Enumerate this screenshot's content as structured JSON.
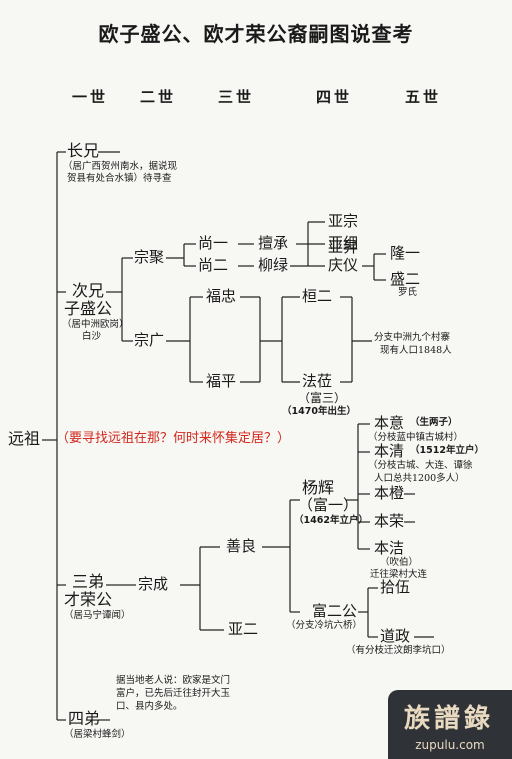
{
  "title": "欧子盛公、欧才荣公裔嗣图说查考",
  "generations": [
    "一世",
    "二世",
    "三世",
    "四世",
    "五世"
  ],
  "root": {
    "name": "远祖",
    "note": "（要寻找远祖在那？何时来怀集定居？）"
  },
  "g1": {
    "elder": {
      "name": "长兄",
      "note1": "（居广西贺州南水，据说现",
      "note2": "贺县有处合水镇）待寻查"
    },
    "second": {
      "name1": "次兄",
      "name2": "子盛公",
      "note1": "（居中洲欧岗）",
      "note2": "白沙"
    },
    "third": {
      "name1": "三弟",
      "name2": "才荣公",
      "note": "（居马宁谭闻）"
    },
    "fourth": {
      "name": "四弟",
      "note": "（居梁村蜂剑）",
      "desc1": "据当地老人说：欧家是文门",
      "desc2": "富户，已先后迁往封开大玉",
      "desc3": "口、县内多处。"
    }
  },
  "g2": {
    "zongju": "宗聚",
    "zongguang": "宗广",
    "zongcheng": "宗成"
  },
  "g3": {
    "shangyi": "尚一",
    "shanger": "尚二",
    "fuzhong": "福忠",
    "fuping": "福平",
    "shanliang": "善良",
    "yaer": "亚二"
  },
  "g4": {
    "tancheng": "擅承",
    "liulv": "柳绿",
    "huaner": "桓二",
    "fali": "法莅",
    "fuli_alias": "（富三）",
    "fuli_year": "（1470年出生）",
    "branch_note1": "分支中洲九个村寨",
    "branch_note2": "现有人口1848人",
    "yanghui": "杨辉",
    "yanghui_alias": "（富一）",
    "yanghui_year": "（1462年立户）",
    "fuergong": "富二公",
    "fuergong_note": "（分支冷坑六桥）"
  },
  "g5": {
    "yazong": "亚宗",
    "yaxi": "亚细",
    "yasheng": "亚昇",
    "qingyi": "庆仪",
    "longyi": "隆一",
    "shenger": "盛二",
    "shenger_wife": "罗氏",
    "benyi": "本意",
    "benyi_note": "（生两子）",
    "benyi_branch": "（分枝蓝中镇古城村）",
    "benqing": "本清",
    "benqing_year": "（1512年立户）",
    "benqing_branch1": "（分枝古城、大连、谭徐",
    "benqing_branch2": "人口总共1200多人）",
    "bencheng": "本橙",
    "benrong": "本荣",
    "benjie": "本洁",
    "benjie_note1": "（吹伯）",
    "benjie_note2": "迁往梁村大连",
    "shiwu": "拾伍",
    "daozheng": "道政",
    "daozheng_note": "（有分枝迁汶朗李坑口）"
  },
  "logo": {
    "text": "族譜錄",
    "url": "zupulu.com"
  }
}
